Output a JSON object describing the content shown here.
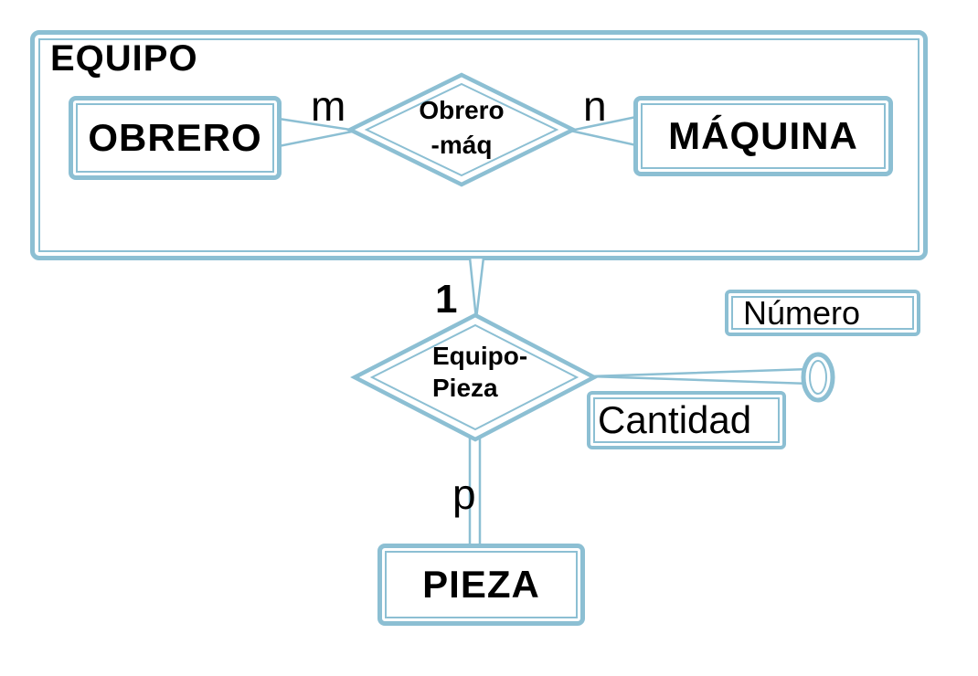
{
  "colors": {
    "accent": "#8CBFD3",
    "text": "#000000",
    "background": "#FFFFFF"
  },
  "aggregation": {
    "label": "EQUIPO"
  },
  "entities": {
    "obrero": {
      "label": "OBRERO"
    },
    "maquina": {
      "label": "MÁQUINA"
    },
    "pieza": {
      "label": "PIEZA"
    }
  },
  "relationships": {
    "obrero_maq": {
      "line1": "Obrero",
      "line2": "-máq"
    },
    "equipo_pieza": {
      "line1": "Equipo-",
      "line2": "Pieza"
    }
  },
  "attributes": {
    "numero": {
      "label": "Número"
    },
    "cantidad": {
      "label": "Cantidad"
    }
  },
  "cardinalities": {
    "obrero_side": "m",
    "maquina_side": "n",
    "equipo_side": "1",
    "pieza_side": "p"
  }
}
